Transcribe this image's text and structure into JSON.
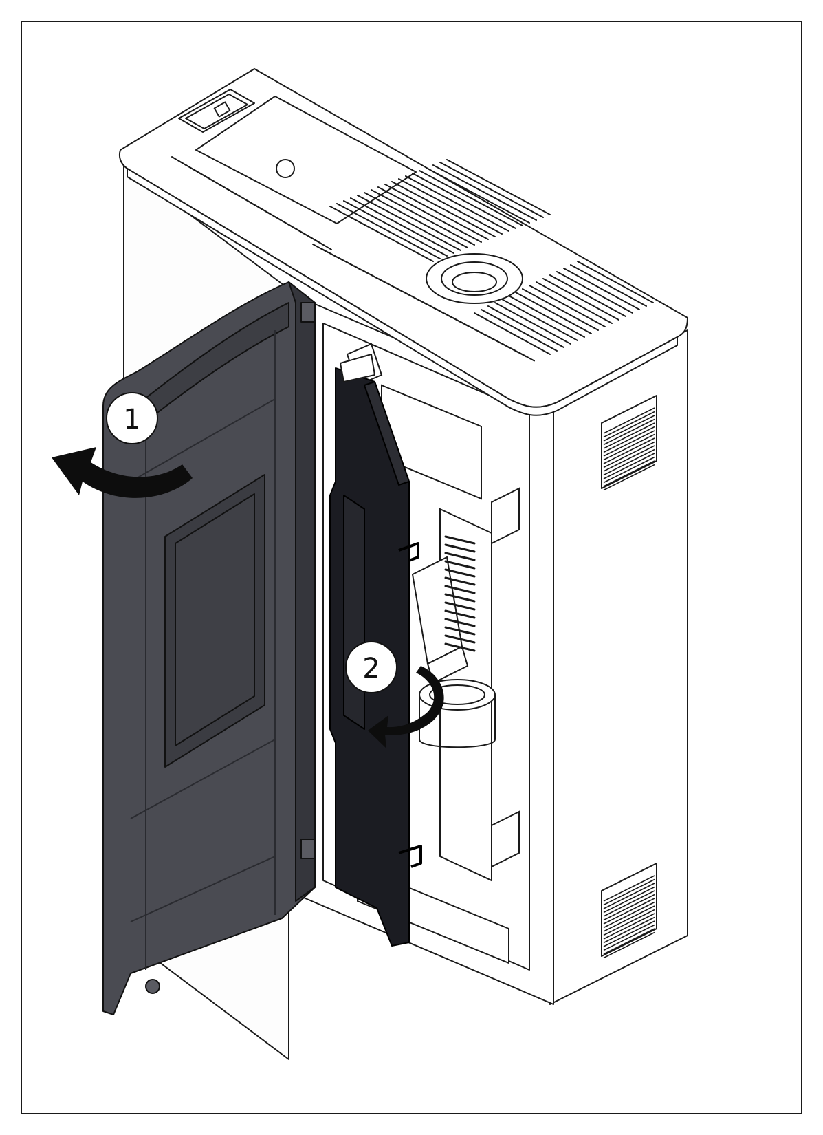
{
  "figure": {
    "steps": [
      {
        "number": "1",
        "action": "open-front-door"
      },
      {
        "number": "2",
        "action": "remove-inner-door"
      }
    ],
    "colors": {
      "outline": "#1a1a1a",
      "door": "#4a4b52",
      "door_dark": "#2f3036",
      "inner_panel": "#1b1c22",
      "stove_body": "#ffffff",
      "arrow": "#0d0d0d"
    }
  }
}
